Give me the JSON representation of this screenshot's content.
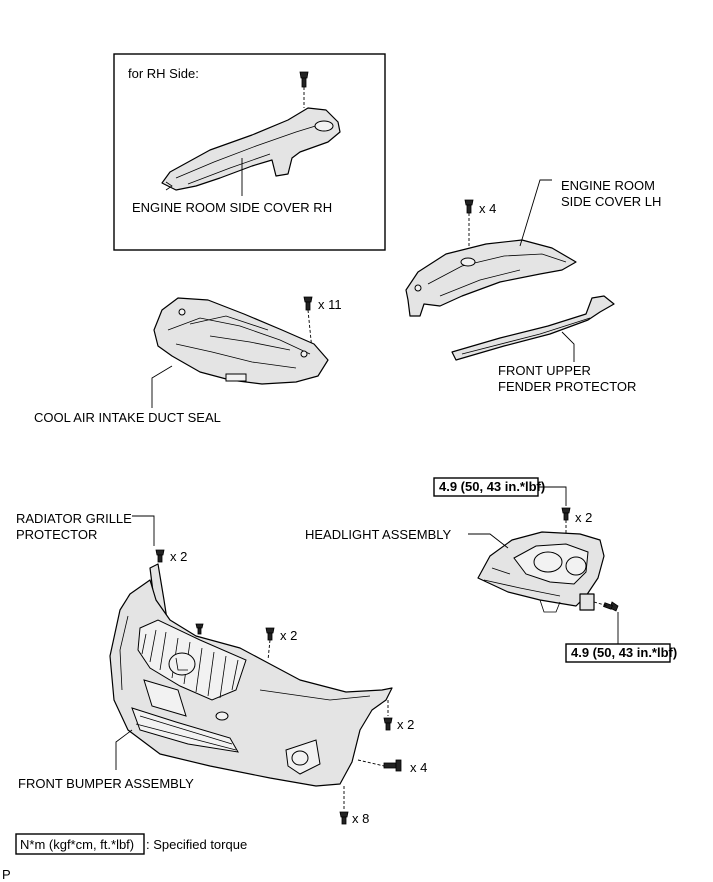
{
  "inset": {
    "title": "for RH Side:",
    "part_label": "ENGINE ROOM SIDE COVER RH"
  },
  "labels": {
    "side_cover_lh_1": "ENGINE ROOM",
    "side_cover_lh_2": "SIDE COVER LH",
    "fender_protector_1": "FRONT UPPER",
    "fender_protector_2": "FENDER PROTECTOR",
    "duct_seal": "COOL AIR INTAKE DUCT SEAL",
    "grille_protector_1": "RADIATOR GRILLE",
    "grille_protector_2": "PROTECTOR",
    "headlight": "HEADLIGHT ASSEMBLY",
    "bumper": "FRONT BUMPER ASSEMBLY"
  },
  "quantities": {
    "lh_cover_clips": "x 4",
    "duct_seal_clips": "x 11",
    "headlight_top_bolts": "x 2",
    "grille_clips": "x 2",
    "bumper_upper_clips": "x 2",
    "bumper_side_clips": "x 2",
    "bumper_screws": "x 4",
    "bumper_lower_clips": "x 8"
  },
  "torque": {
    "headlight_top": "4.9 (50, 43 in.*lbf)",
    "headlight_side": "4.9 (50, 43 in.*lbf)"
  },
  "legend": {
    "unit": "N*m (kgf*cm, ft.*lbf)",
    "meaning": ": Specified torque"
  },
  "corner_mark": "P"
}
